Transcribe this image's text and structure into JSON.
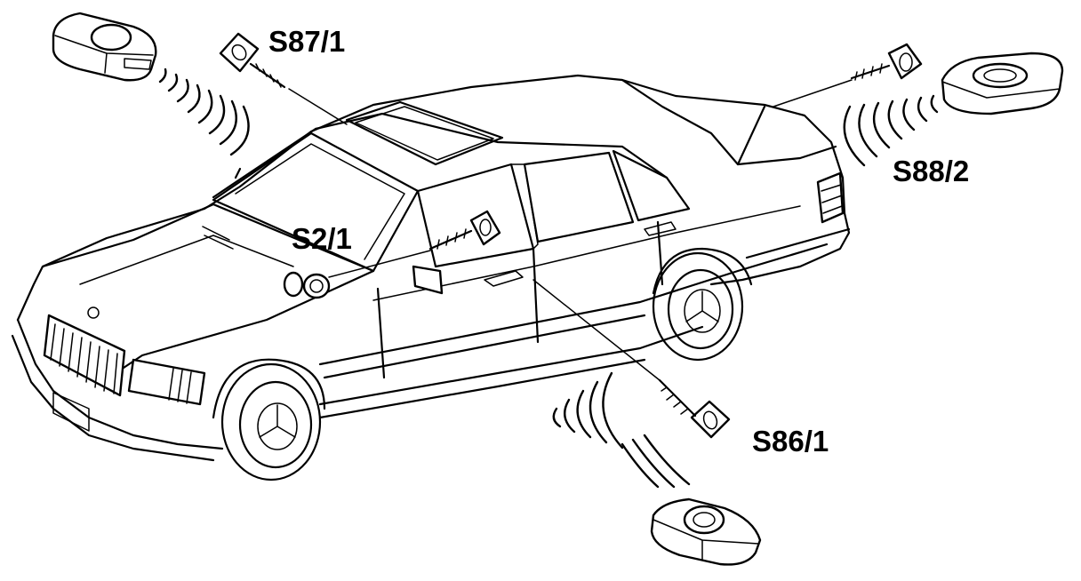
{
  "labels": {
    "s87": "S87/1",
    "s88": "S88/2",
    "s2": "S2/1",
    "s86": "S86/1"
  },
  "colors": {
    "line": "#000000",
    "background": "#ffffff"
  },
  "icons": [
    "key-icon",
    "remote-transmitter-icon",
    "signal-waves-icon",
    "car-illustration"
  ]
}
